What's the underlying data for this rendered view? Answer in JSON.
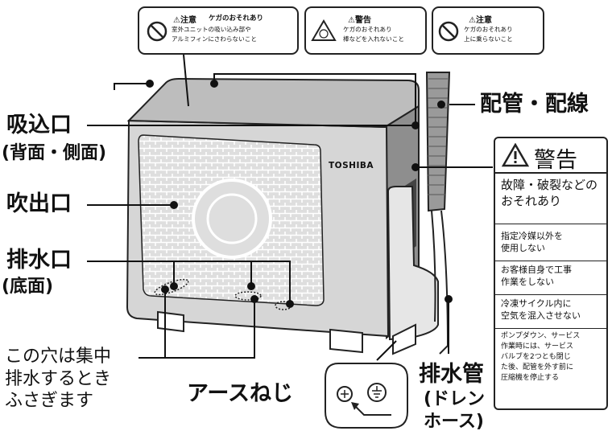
{
  "caution_labels": [
    {
      "title": "⚠注意",
      "title_sub": "ケガのおそれあり",
      "lines": [
        "室外ユニットの吸い込み部や",
        "アルミフィンにさわらないこと"
      ]
    },
    {
      "title": "⚠警告",
      "title_sub": "",
      "lines": [
        "ケガのおそれあり",
        "棒などを入れないこと"
      ]
    },
    {
      "title": "⚠注意",
      "title_sub": "",
      "lines": [
        "ケガのおそれあり",
        "上に乗らないこと"
      ]
    }
  ],
  "labels": {
    "intake": "吸込口",
    "intake_sub": "(背面・側面)",
    "outlet": "吹出口",
    "drain_port": "排水口",
    "drain_port_sub": "(底面)",
    "piping": "配管・配線",
    "drain_pipe": "排水管",
    "drain_hose_1": "(ドレン",
    "drain_hose_2": "ホース)",
    "earth_screw": "アースねじ",
    "note_lines": [
      "この穴は集中",
      "排水するとき",
      "ふさぎます"
    ]
  },
  "brand": "TOSHIBA",
  "warning_panel": {
    "title": "警告",
    "heading_lines": [
      "故障・破裂などの",
      "おそれあり"
    ],
    "items": [
      [
        "指定冷媒以外を",
        "使用しない"
      ],
      [
        "お客様自身で工事",
        "作業をしない"
      ],
      [
        "冷凍サイクル内に",
        "空気を混入させない"
      ],
      [
        "ポンプダウン、サービス",
        "作業時には、サービス",
        "バルブを2つとも閉じ",
        "た後、配管を外す前に",
        "圧縮機を停止する"
      ]
    ]
  }
}
